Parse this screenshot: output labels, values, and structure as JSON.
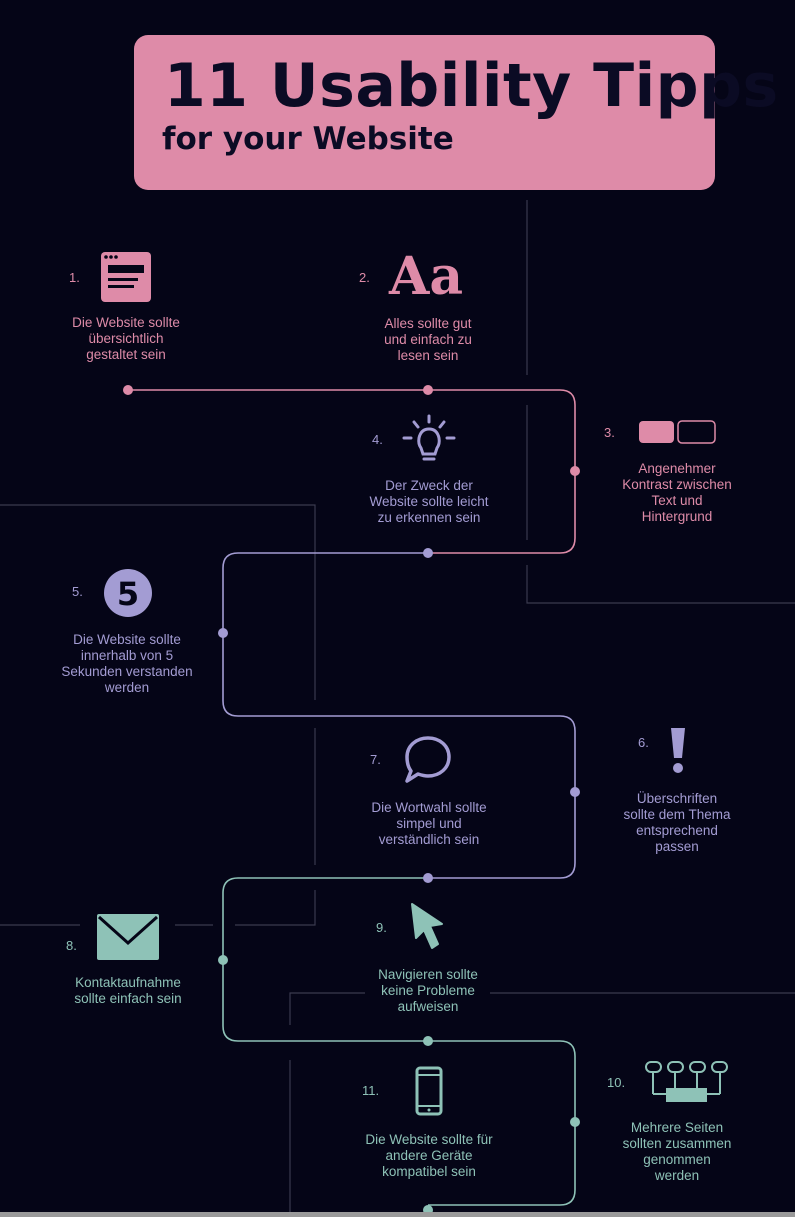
{
  "title": {
    "main": "11 Usability Tipps",
    "sub": "for your Website"
  },
  "colors": {
    "background": "#050517",
    "pink": "#de8ba8",
    "lavender": "#a39cd3",
    "teal": "#8ec2b7",
    "title_text": "#0b0b24"
  },
  "tips": [
    {
      "number": "1.",
      "text": "Die Website sollte\nübersichtlich\ngestaltet sein",
      "icon": "browser-window-icon"
    },
    {
      "number": "2.",
      "text": "Alles sollte gut\nund einfach zu\nlesen sein",
      "icon": "typography-aa-icon",
      "icon_text": "Aa"
    },
    {
      "number": "3.",
      "text": "Angenehmer\nKontrast zwischen\nText und\nHintergrund",
      "icon": "contrast-toggle-icon"
    },
    {
      "number": "4.",
      "text": "Der Zweck der\nWebsite sollte leicht\nzu erkennen sein",
      "icon": "lightbulb-icon"
    },
    {
      "number": "5.",
      "text": "Die Website sollte\ninnerhalb von 5\nSekunden verstanden\nwerden",
      "icon": "number-five-badge-icon",
      "icon_text": "5"
    },
    {
      "number": "6.",
      "text": "Überschriften\nsollte dem Thema\nentsprechend\npassen",
      "icon": "exclamation-icon"
    },
    {
      "number": "7.",
      "text": "Die Wortwahl sollte\nsimpel und\nverständlich sein",
      "icon": "speech-bubble-icon"
    },
    {
      "number": "8.",
      "text": "Kontaktaufnahme\nsollte einfach sein",
      "icon": "envelope-icon"
    },
    {
      "number": "9.",
      "text": "Navigieren sollte\nkeine Probleme\naufweisen",
      "icon": "cursor-arrow-icon"
    },
    {
      "number": "10.",
      "text": "Mehrere Seiten\nsollten zusammen\ngenommen\nwerden",
      "icon": "sitemap-icon"
    },
    {
      "number": "11.",
      "text": "Die Website sollte für\nandere Geräte\nkompatibel sein",
      "icon": "smartphone-icon"
    }
  ]
}
